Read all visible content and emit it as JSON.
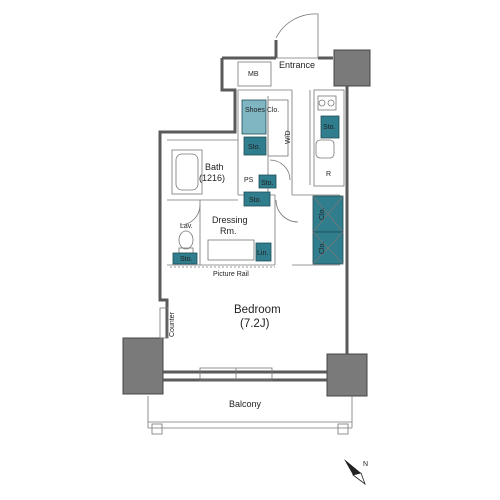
{
  "rooms": {
    "entrance": "Entrance",
    "mb": "MB",
    "shoes": "Shoes Clo.",
    "sto1": "Sto.",
    "wd": "W/D",
    "sto_kitchen": "Sto.",
    "r": "R",
    "bath": "Bath",
    "bath_size": "(1216)",
    "ps": "PS",
    "sto_ps": "Sto.",
    "sto_dress": "Sto.",
    "dressing": "Dressing",
    "dressing2": "Rm.",
    "lav": "Lav.",
    "sto_lav": "Sto.",
    "lin": "Lin.",
    "clo1": "Clo.",
    "clo2": "Clo.",
    "picture_rail": "Picture Rail",
    "counter": "Counter",
    "bedroom": "Bedroom",
    "bedroom_size": "(7.2J)",
    "balcony": "Balcony"
  },
  "compass": {
    "label": "N"
  },
  "colors": {
    "wall": "#5a5a5a",
    "storage": "#2f7d8d",
    "pillar": "#7a7a7a"
  }
}
